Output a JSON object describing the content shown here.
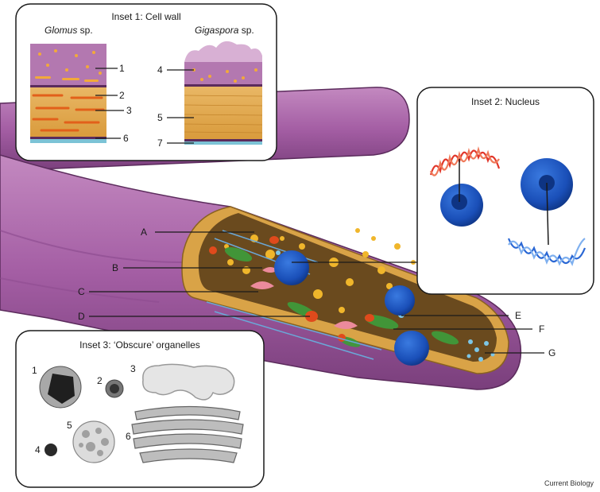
{
  "inset1": {
    "title": "Inset 1: Cell wall",
    "left_genus": "Glomus",
    "left_suffix": " sp.",
    "right_genus": "Gigaspora",
    "right_suffix": " sp.",
    "labels": [
      "1",
      "2",
      "3",
      "6",
      "4",
      "5",
      "7"
    ]
  },
  "inset2": {
    "title": "Inset 2: Nucleus"
  },
  "inset3": {
    "title": "Inset 3: ‘Obscure’ organelles",
    "labels": [
      "1",
      "2",
      "3",
      "4",
      "5",
      "6"
    ]
  },
  "callouts": [
    "A",
    "B",
    "C",
    "D",
    "E",
    "F",
    "G"
  ],
  "credit": "Current Biology"
}
